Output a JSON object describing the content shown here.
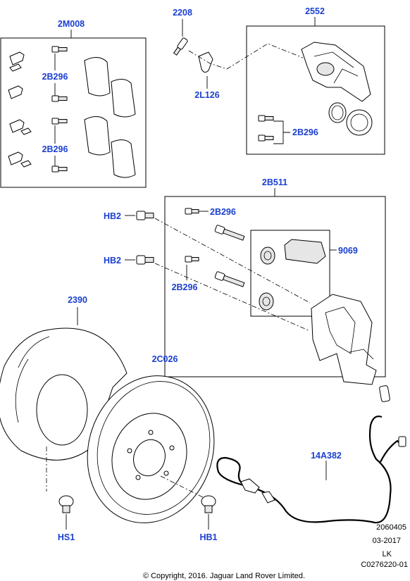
{
  "callouts": {
    "c_2M008": "2M008",
    "c_2B296_a": "2B296",
    "c_2B296_b": "2B296",
    "c_2208": "2208",
    "c_2L126": "2L126",
    "c_2552": "2552",
    "c_2B296_c": "2B296",
    "c_2B511": "2B511",
    "c_HB2_a": "HB2",
    "c_HB2_b": "HB2",
    "c_2B296_d": "2B296",
    "c_2B296_e": "2B296",
    "c_9069": "9069",
    "c_2390": "2390",
    "c_2C026": "2C026",
    "c_14A382": "14A382",
    "c_HS1": "HS1",
    "c_HB1": "HB1"
  },
  "meta": {
    "ref_number": "2060405",
    "date": "03-2017",
    "initials": "LK",
    "drawing_id": "C0276220-01",
    "copyright": "© Copyright, 2016. Jaguar Land Rover Limited."
  },
  "colors": {
    "callout": "#1a3fd0",
    "line": "#000000",
    "background": "#ffffff"
  }
}
